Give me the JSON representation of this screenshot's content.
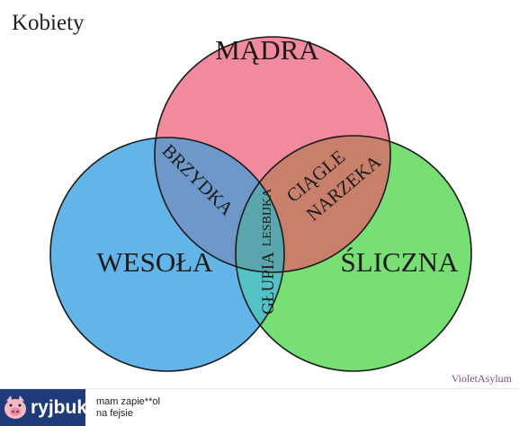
{
  "title": "Kobiety",
  "sets": [
    {
      "label": "MĄDRA",
      "color": "#f08a9c"
    },
    {
      "label": "WESOŁA",
      "color": "#62b4e9"
    },
    {
      "label": "ŚLICZNA",
      "color": "#77df73"
    }
  ],
  "intersections": {
    "madra_wesola": "BRZYDKA",
    "madra_sliczna_line1": "CIĄGLE",
    "madra_sliczna_line2": "NARZEKA",
    "wesola_sliczna": "GŁUPIA",
    "center": "LESBIJKA"
  },
  "overlap_colors": {
    "madra_wesola": "#6e98c9",
    "madra_sliczna": "#c9806a",
    "wesola_sliczna": "#53c2c5",
    "center": "#5aa6ad"
  },
  "watermark": "VioletAsylum",
  "footer": {
    "logo_text": "ryjbuk",
    "caption_line1": "mam zapie**ol",
    "caption_line2": "na fejsie"
  }
}
